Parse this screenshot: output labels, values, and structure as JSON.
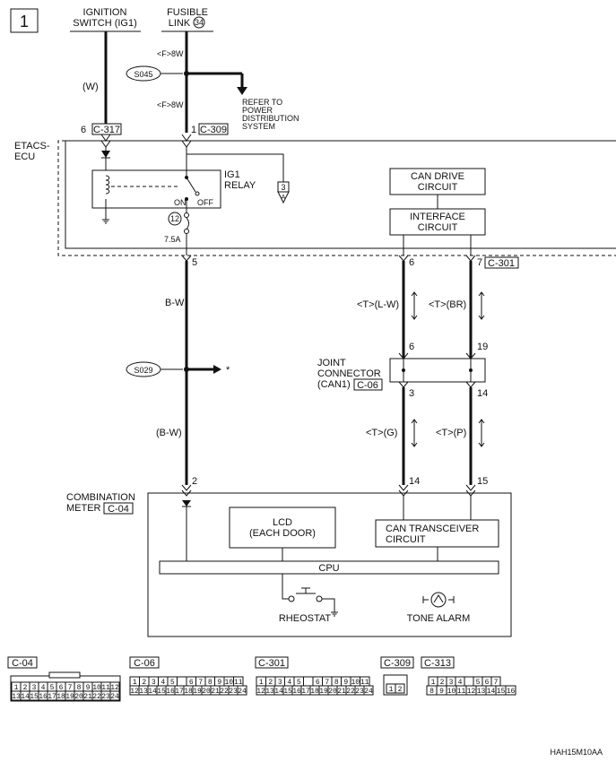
{
  "page_number": "1",
  "sources": {
    "ignition": [
      "IGNITION",
      "SWITCH (IG1)"
    ],
    "fusible": [
      "FUSIBLE",
      "LINK"
    ],
    "fusible_num": "34"
  },
  "wire_labels": {
    "w": "(W)",
    "f8w_1": "<F>8W",
    "f8w_2": "<F>8W",
    "bw": "B-W",
    "bw2": "(B-W)",
    "lw": "<T>(L-W)",
    "br": "<T>(BR)",
    "g": "<T>(G)",
    "p": "<T>(P)"
  },
  "splices": {
    "s045": "S045",
    "s029": "S029"
  },
  "refer": [
    "REFER TO",
    "POWER",
    "DISTRIBUTION",
    "SYSTEM"
  ],
  "pins": {
    "p6": "6",
    "c317": "C-317",
    "p1": "1",
    "c309": "C-309",
    "p5": "5",
    "p6b": "6",
    "p7": "7",
    "c301": "C-301",
    "j6": "6",
    "j19": "19",
    "j3": "3",
    "j14": "14",
    "m2": "2",
    "m14": "14",
    "m15": "15"
  },
  "etacs": [
    "ETACS-",
    "ECU"
  ],
  "relay": {
    "label": [
      "IG1",
      "RELAY"
    ],
    "on": "ON",
    "off": "OFF"
  },
  "ref_box": {
    "num": "3",
    "letter": "A"
  },
  "fuse": {
    "num": "12",
    "amp": "7.5A"
  },
  "can_drive": [
    "CAN DRIVE",
    "CIRCUIT"
  ],
  "interface": [
    "INTERFACE",
    "CIRCUIT"
  ],
  "joint": [
    "JOINT",
    "CONNECTOR",
    "(CAN1)"
  ],
  "joint_conn": "C-06",
  "star": "*",
  "meter": [
    "COMBINATION",
    "METER"
  ],
  "meter_conn": "C-04",
  "lcd": [
    "LCD",
    "(EACH DOOR)"
  ],
  "can_trans": [
    "CAN TRANSCEIVER",
    "CIRCUIT"
  ],
  "cpu": "CPU",
  "rheostat": "RHEOSTAT",
  "tone": "TONE ALARM",
  "connectors": {
    "c04": "C-04",
    "c06": "C-06",
    "c301": "C-301",
    "c309": "C-309",
    "c313": "C-313"
  },
  "c04_top": [
    "1",
    "2",
    "3",
    "4",
    "5",
    "6",
    "7",
    "8",
    "9",
    "10",
    "11",
    "12"
  ],
  "c04_bot": [
    "13",
    "14",
    "15",
    "16",
    "17",
    "18",
    "19",
    "20",
    "21",
    "22",
    "23",
    "24"
  ],
  "c06_top": [
    "1",
    "2",
    "3",
    "4",
    "5",
    "",
    "6",
    "7",
    "8",
    "9",
    "10",
    "11"
  ],
  "c06_bot": [
    "12",
    "13",
    "14",
    "15",
    "16",
    "17",
    "18",
    "19",
    "20",
    "21",
    "22",
    "23",
    "24"
  ],
  "c309_cells": [
    "1",
    "2"
  ],
  "c313_top": [
    "1",
    "2",
    "3",
    "4",
    "",
    "5",
    "6",
    "7"
  ],
  "c313_bot": [
    "8",
    "9",
    "10",
    "11",
    "12",
    "13",
    "14",
    "15",
    "16"
  ],
  "code": "HAH15M10AA"
}
